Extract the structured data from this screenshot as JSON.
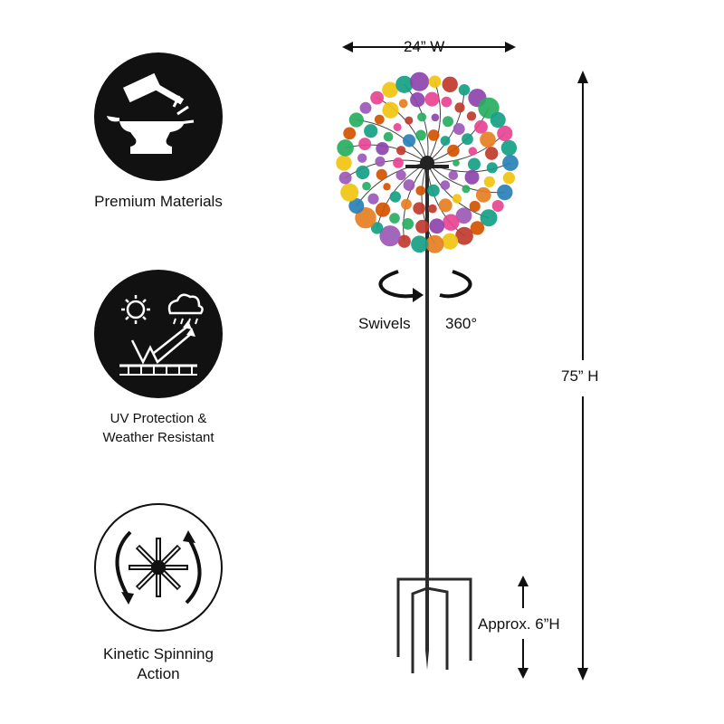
{
  "features": [
    {
      "icon": "anvil-hammer-icon",
      "label": "Premium Materials"
    },
    {
      "icon": "uv-weather-icon",
      "label_line1": "UV Protection &",
      "label_line2": "Weather Resistant"
    },
    {
      "icon": "spinning-arrows-icon",
      "label_line1": "Kinetic Spinning",
      "label_line2": "Action"
    }
  ],
  "dimensions": {
    "width": "24” W",
    "height": "75” H",
    "stake": "Approx. 6”H"
  },
  "rotation": {
    "left": "Swivels",
    "right": "360°"
  },
  "colors": {
    "badge": "#111111",
    "pole": "#2b2b2b",
    "dots": [
      "#c0392b",
      "#e67e22",
      "#f1c40f",
      "#27ae60",
      "#16a085",
      "#2980b9",
      "#8e44ad",
      "#d35400",
      "#e84393",
      "#9b59b6"
    ]
  }
}
